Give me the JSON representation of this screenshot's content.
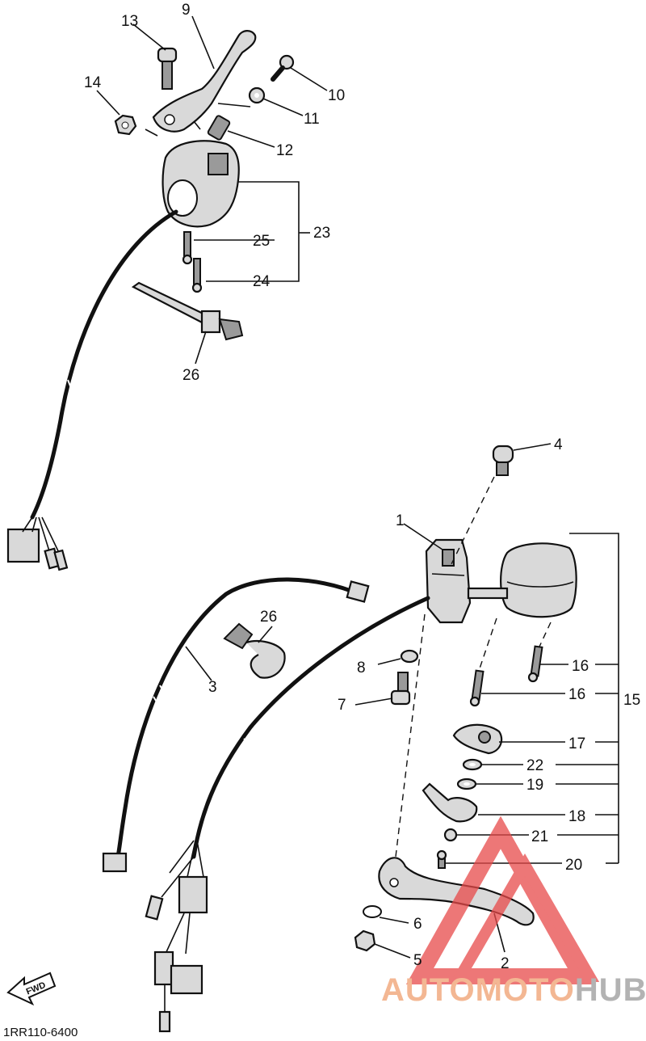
{
  "diagram": {
    "reference_code": "1RR110-6400",
    "fwd_label": "FWD",
    "watermark": {
      "part1": "AUTO",
      "part2": "MOTO",
      "part3": "HUB",
      "color_primary": "#f0a070",
      "color_secondary": "#9a9a9a",
      "color_triangle": "#e84a4a"
    },
    "labels": {
      "p1": "1",
      "p2": "2",
      "p3": "3",
      "p4": "4",
      "p5": "5",
      "p6": "6",
      "p7": "7",
      "p8": "8",
      "p9": "9",
      "p10": "10",
      "p11": "11",
      "p12": "12",
      "p13": "13",
      "p14": "14",
      "p15": "15",
      "p16a": "16",
      "p16b": "16",
      "p17": "17",
      "p18": "18",
      "p19": "19",
      "p20": "20",
      "p21": "21",
      "p22": "22",
      "p23": "23",
      "p24": "24",
      "p25": "25",
      "p26a": "26",
      "p26b": "26"
    }
  }
}
